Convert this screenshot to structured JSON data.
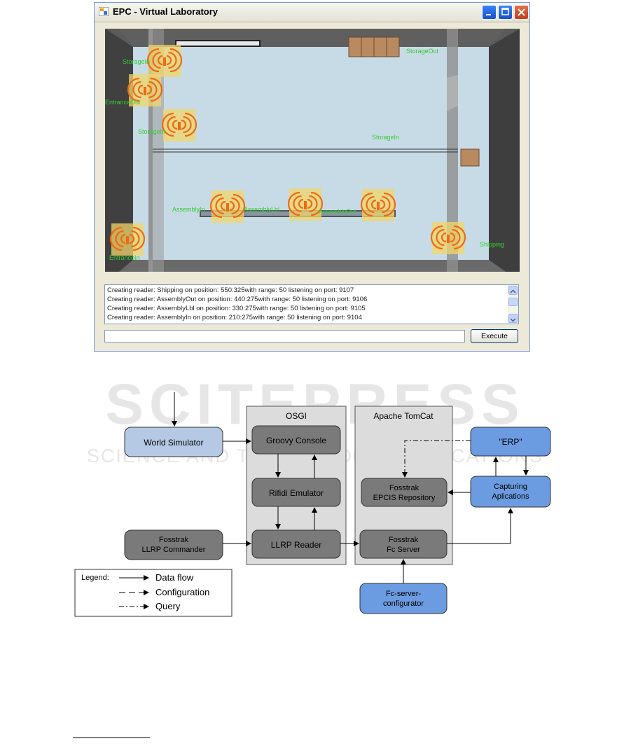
{
  "window": {
    "title": "EPC - Virtual Laboratory",
    "simulation": {
      "labels": {
        "storage_in_top": "StorageIn",
        "storage_out": "StorageOut",
        "entrance_out": "EntranceOut",
        "storage_left2": "StorageIn",
        "storage_in_right": "StorageIn",
        "assembly_in": "AssemblyIn",
        "assembly_lbl": "AssemblyLbl",
        "assembly_out": "AssemblyOut",
        "entrance_in": "EntranceIn",
        "shipping": "Shipping"
      }
    },
    "log": [
      "Creating reader: Shipping on position: 550:325with range: 50 listening on port: 9107",
      "Creating reader: AssemblyOut on position: 440:275with range: 50 listening on port: 9106",
      "Creating reader: AssemblyLbl on position: 330:275with range: 50 listening on port: 9105",
      "Creating reader: AssemblyIn on position: 210:275with range: 50 listening on port: 9104"
    ],
    "command_value": "",
    "execute_label": "Execute"
  },
  "diagram": {
    "watermark": "SCITEPRESS",
    "watermark_sub": "SCIENCE AND TECHNOLOGY PUBLICATIONS",
    "containers": {
      "osgi": "OSGI",
      "tomcat": "Apache TomCat"
    },
    "boxes": {
      "world_simulator": "World Simulator",
      "groovy_console": "Groovy Console",
      "rifidi_emulator": "Rifidi Emulator",
      "llrp_reader": "LLRP Reader",
      "llrp_commander": [
        "Fosstrak",
        "LLRP Commander"
      ],
      "erp": "\"ERP\"",
      "epcis": [
        "Fosstrak",
        "EPCIS Repository"
      ],
      "capturing": [
        "Capturing",
        "Aplications"
      ],
      "fc_server": [
        "Fosstrak",
        "Fc Server"
      ],
      "fc_configurator": [
        "Fc-server-",
        "configurator"
      ]
    },
    "legend": {
      "title": "Legend:",
      "data_flow": "Data flow",
      "configuration": "Configuration",
      "query": "Query"
    },
    "colors": {
      "blue_light": "#b5c8e4",
      "blue": "#6b9be0",
      "gray": "#7a7a7a",
      "container": "#dcdcdc"
    }
  }
}
